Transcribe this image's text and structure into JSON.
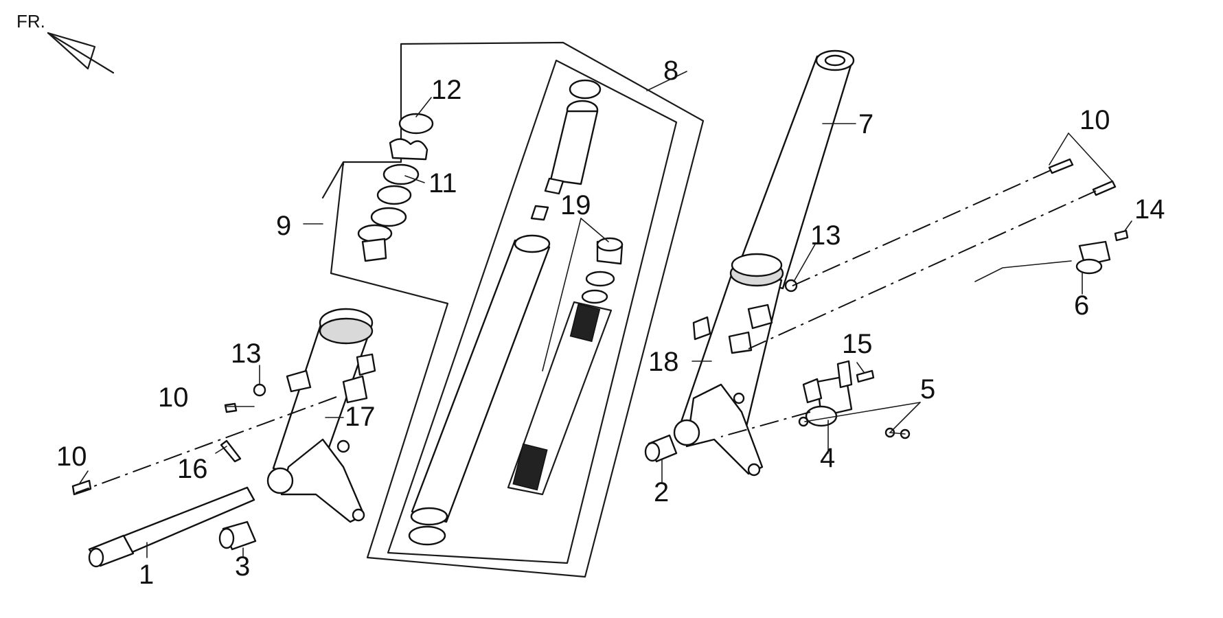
{
  "figure": {
    "direction_label": "FR.",
    "callouts": [
      "1",
      "2",
      "3",
      "4",
      "5",
      "6",
      "7",
      "8",
      "9",
      "10",
      "10",
      "10",
      "11",
      "12",
      "13",
      "13",
      "14",
      "15",
      "16",
      "17",
      "18",
      "19"
    ]
  }
}
